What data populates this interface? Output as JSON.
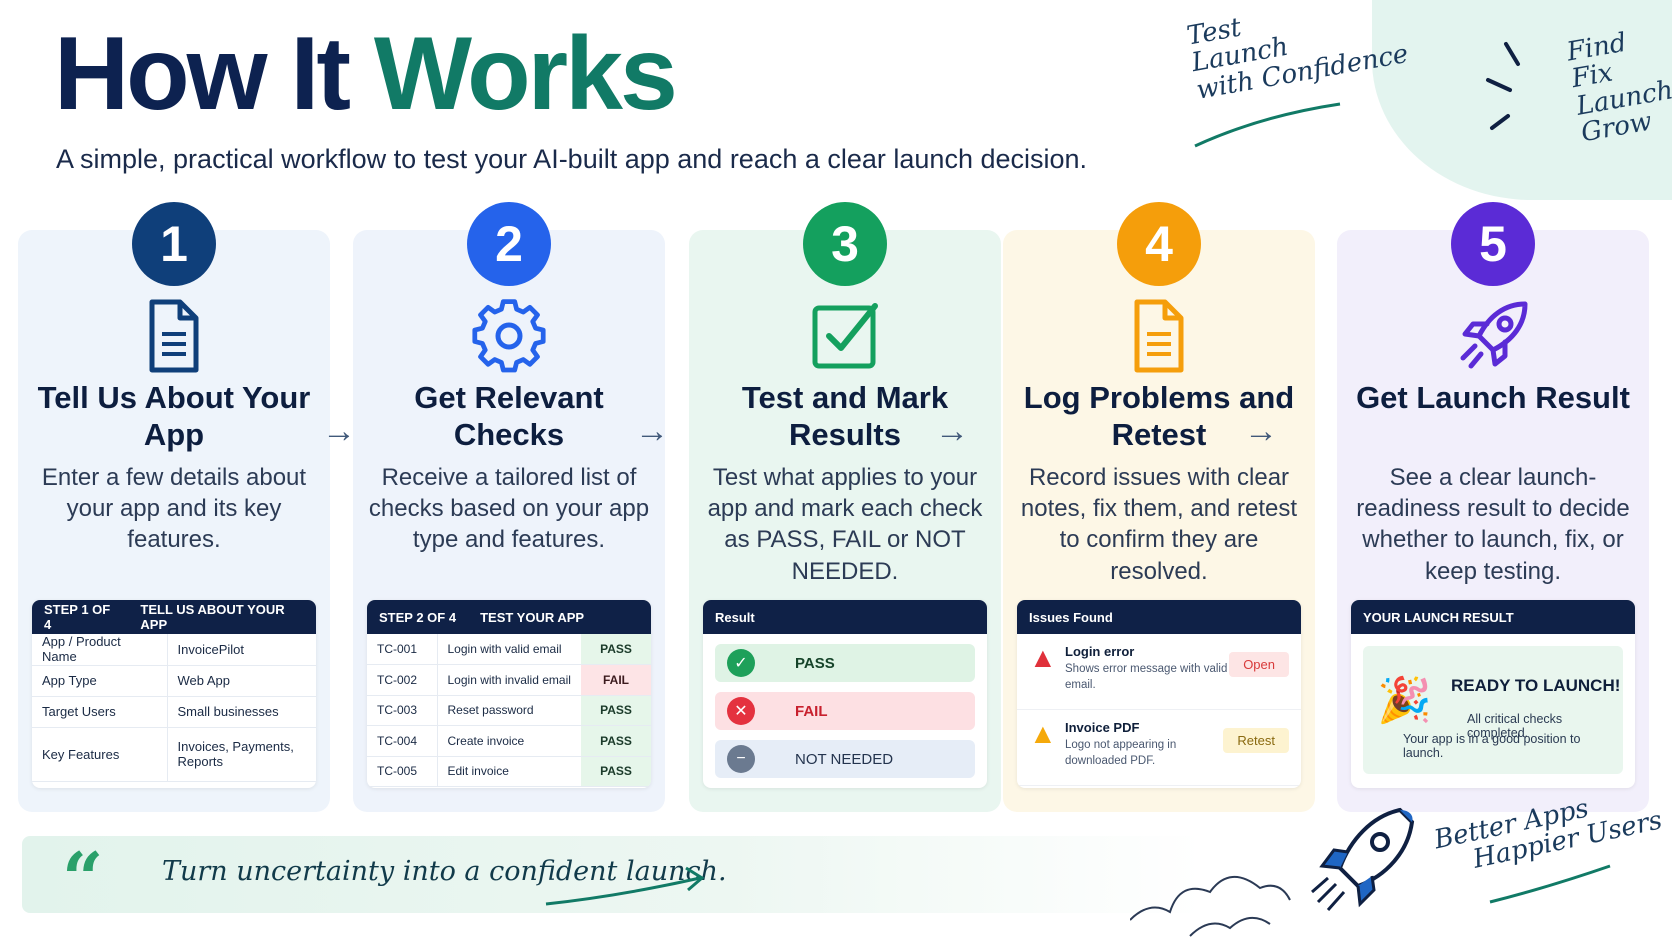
{
  "header": {
    "title_part1": "How It ",
    "title_part2": "Works",
    "subtitle": "A simple, practical workflow to test your AI-built app and reach a clear launch decision."
  },
  "tagline_top": [
    "Test",
    "Launch",
    "with Confidence"
  ],
  "tagline_corner": [
    "Find",
    "Fix",
    "Launch",
    "Grow"
  ],
  "colors": {
    "step1": "#0f3f7a",
    "step2": "#2563eb",
    "step3": "#14a05e",
    "step4": "#f59e0b",
    "step5": "#5b2bd6",
    "accent": "#117a66"
  },
  "steps": [
    {
      "number": "1",
      "icon": "document-icon",
      "title": "Tell Us About Your App",
      "desc": "Enter a few details about your app and its key features.",
      "panel": {
        "head_left": "STEP 1 OF 4",
        "head_right": "TELL US ABOUT YOUR APP",
        "rows": [
          {
            "label": "App / Product Name",
            "value": "InvoicePilot"
          },
          {
            "label": "App Type",
            "value": "Web App"
          },
          {
            "label": "Target Users",
            "value": "Small businesses"
          },
          {
            "label": "Key Features",
            "value": "Invoices, Payments, Reports"
          }
        ]
      }
    },
    {
      "number": "2",
      "icon": "gear-icon",
      "title": "Get Relevant Checks",
      "desc": "Receive a tailored list of checks based on your app type and features.",
      "panel": {
        "head_left": "STEP 2 OF 4",
        "head_right": "TEST YOUR APP",
        "rows": [
          {
            "id": "TC-001",
            "name": "Login with valid email",
            "status": "PASS"
          },
          {
            "id": "TC-002",
            "name": "Login with invalid email",
            "status": "FAIL"
          },
          {
            "id": "TC-003",
            "name": "Reset password",
            "status": "PASS"
          },
          {
            "id": "TC-004",
            "name": "Create invoice",
            "status": "PASS"
          },
          {
            "id": "TC-005",
            "name": "Edit invoice",
            "status": "PASS"
          }
        ]
      }
    },
    {
      "number": "3",
      "icon": "checkbox-icon",
      "title": "Test and Mark Results",
      "desc": "Test what applies to your app and mark each check as PASS, FAIL or NOT NEEDED.",
      "panel": {
        "head": "Result",
        "options": [
          "PASS",
          "FAIL",
          "NOT NEEDED"
        ]
      }
    },
    {
      "number": "4",
      "icon": "document-icon",
      "title": "Log Problems and Retest",
      "desc": "Record issues with clear notes, fix them, and retest to confirm they are resolved.",
      "panel": {
        "head": "Issues Found",
        "issues": [
          {
            "title": "Login error",
            "desc": "Shows error message with valid email.",
            "tag": "Open"
          },
          {
            "title": "Invoice PDF",
            "desc": "Logo not appearing in downloaded PDF.",
            "tag": "Retest"
          }
        ]
      }
    },
    {
      "number": "5",
      "icon": "rocket-icon",
      "title": "Get Launch Result",
      "desc": "See a clear launch-readiness result to decide whether to launch, fix, or keep testing.",
      "panel": {
        "head": "YOUR LAUNCH RESULT",
        "result": "READY TO LAUNCH!",
        "line1": "All critical checks completed.",
        "line2": "Your app is in a good position to launch."
      }
    }
  ],
  "quote": {
    "mark": "“",
    "text": "Turn uncertainty into a confident launch."
  },
  "footer_tagline": [
    "Better Apps",
    "Happier Users"
  ]
}
